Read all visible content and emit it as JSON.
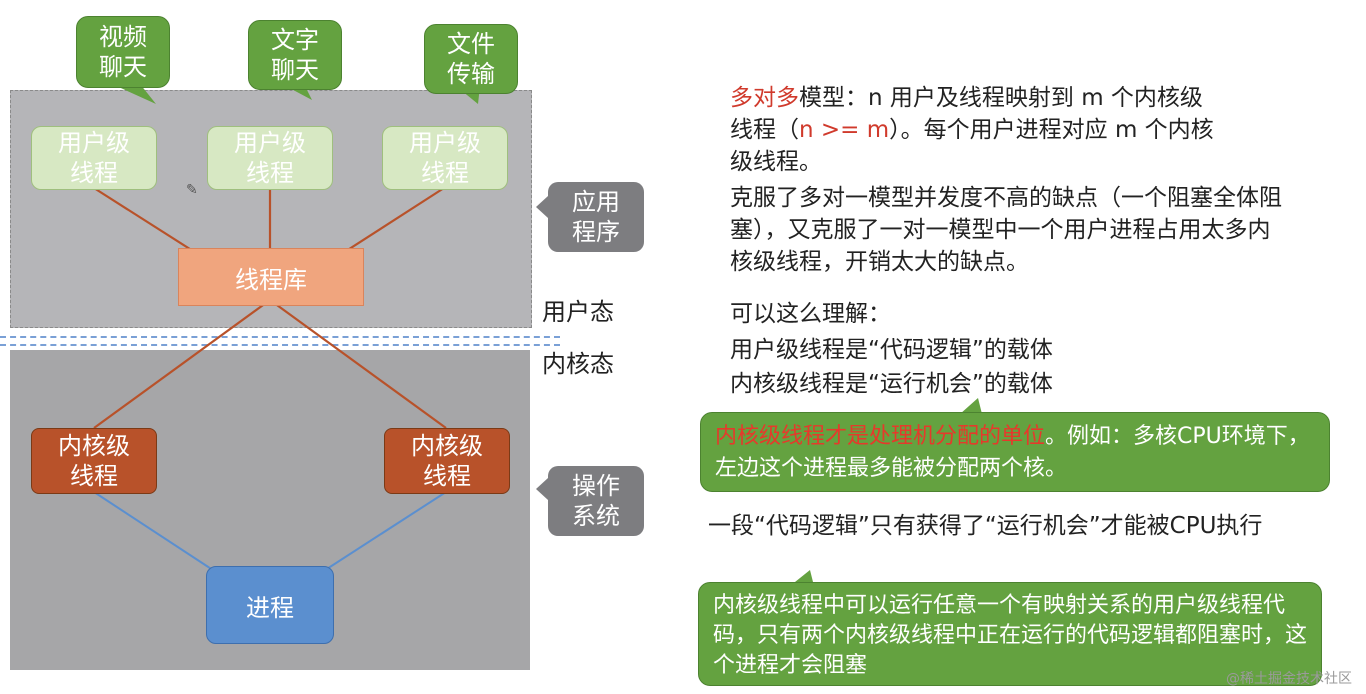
{
  "diagram": {
    "bubbles": {
      "video_chat": "视频\n聊天",
      "text_chat": "文字\n聊天",
      "file_transfer": "文件\n传输"
    },
    "user_thread": "用户级\n线程",
    "thread_library": "线程库",
    "kernel_thread": "内核级\n线程",
    "process": "进程",
    "application_label": "应用\n程序",
    "os_label": "操作\n系统",
    "user_mode": "用户态",
    "kernel_mode": "内核态"
  },
  "text": {
    "model_lead": "多对多",
    "model_rest": "模型：n 用户及线程映射到 m 个内核级",
    "model_line2_a": "线程（",
    "model_line2_red": "n >= m",
    "model_line2_b": "）。每个用户进程对应 m 个内核",
    "model_line3": "级线程。",
    "overcome": "克服了多对一模型并发度不高的缺点（一个阻塞全体阻塞），又克服了一对一模型中一个用户进程占用太多内核级线程，开销太大的缺点。",
    "understand_title": "可以这么理解：",
    "understand_1": "用户级线程是“代码逻辑”的载体",
    "understand_2": "内核级线程是“运行机会”的载体",
    "note1_red": "内核级线程才是处理机分配的单位",
    "note1_rest": "。例如：多核CPU环境下，左边这个进程最多能被分配两个核。",
    "segment": "一段“代码逻辑”只有获得了“运行机会”才能被CPU执行",
    "note2": "内核级线程中可以运行任意一个有映射关系的用户级线程代码，只有两个内核级线程中正在运行的代码逻辑都阻塞时，这个进程才会阻塞",
    "watermark": "@稀土掘金技术社区"
  }
}
